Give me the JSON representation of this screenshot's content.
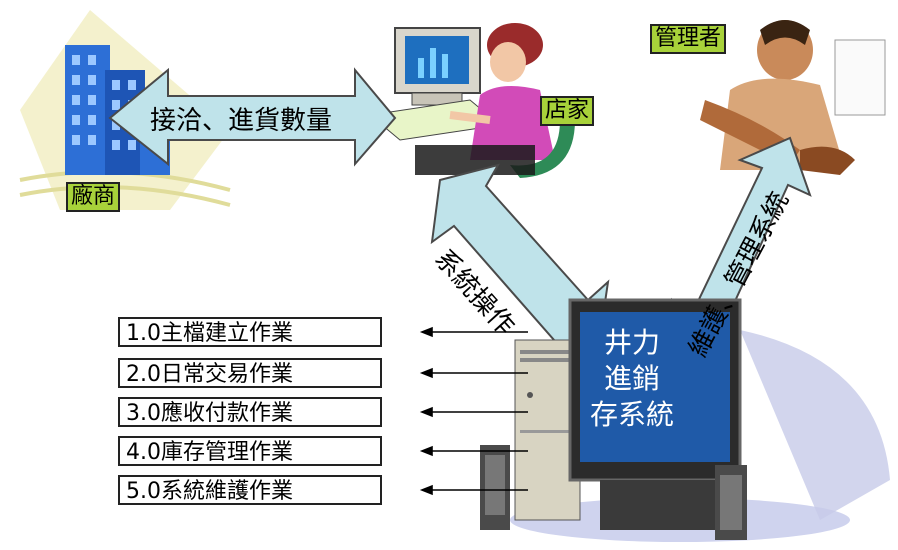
{
  "labels": {
    "vendor": "廠商",
    "store": "店家",
    "manager": "管理者"
  },
  "arrows": {
    "vendor_store": "接洽、進貨數量",
    "store_system": "系統操作",
    "manager_system": "維護、管理系統"
  },
  "system_name": [
    "井力",
    "進銷",
    "存系統"
  ],
  "modules": [
    "1.0主檔建立作業",
    "2.0日常交易作業",
    "3.0應收付款作業",
    "4.0庫存管理作業",
    "5.0系統維護作業"
  ],
  "colors": {
    "arrow_fill": "#bfe3ea",
    "label_fill": "#a8d23a",
    "screen_blue": "#1f5aa8",
    "building_blue": "#2d6fd6"
  }
}
